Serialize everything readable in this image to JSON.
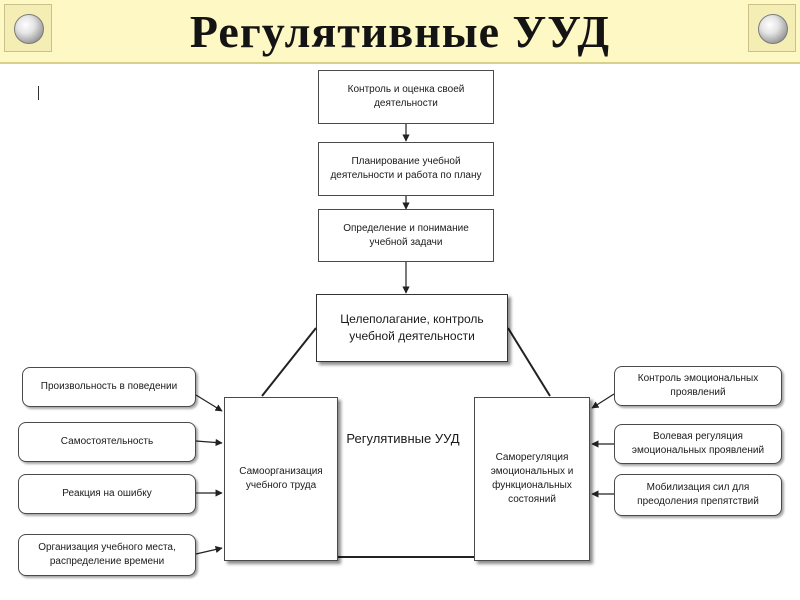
{
  "header": {
    "title": "Регулятивные УУД"
  },
  "cursor_text": "I",
  "diagram": {
    "center_label": "Регулятивные УУД",
    "top_chain": [
      "Контроль и оценка своей деятельности",
      "Планирование учебной деятельности и работа по плану",
      "Определение и понимание учебной задачи"
    ],
    "goal_box": "Целеполагание, контроль учебной деятельности",
    "left_main": "Самоорганизация учебного труда",
    "right_main": "Саморегуляция эмоциональных и функциональных состояний",
    "left_items": [
      "Произвольность в поведении",
      "Самостоятельность",
      "Реакция на ошибку",
      "Организация учебного места, распределение времени"
    ],
    "right_items": [
      "Контроль эмоциональных проявлений",
      "Волевая регуляция эмоциональных проявлений",
      "Мобилизация сил для преодоления препятствий"
    ]
  },
  "colors": {
    "header_bg": "#fdf8c4",
    "title": "#141414",
    "line": "#222222"
  }
}
